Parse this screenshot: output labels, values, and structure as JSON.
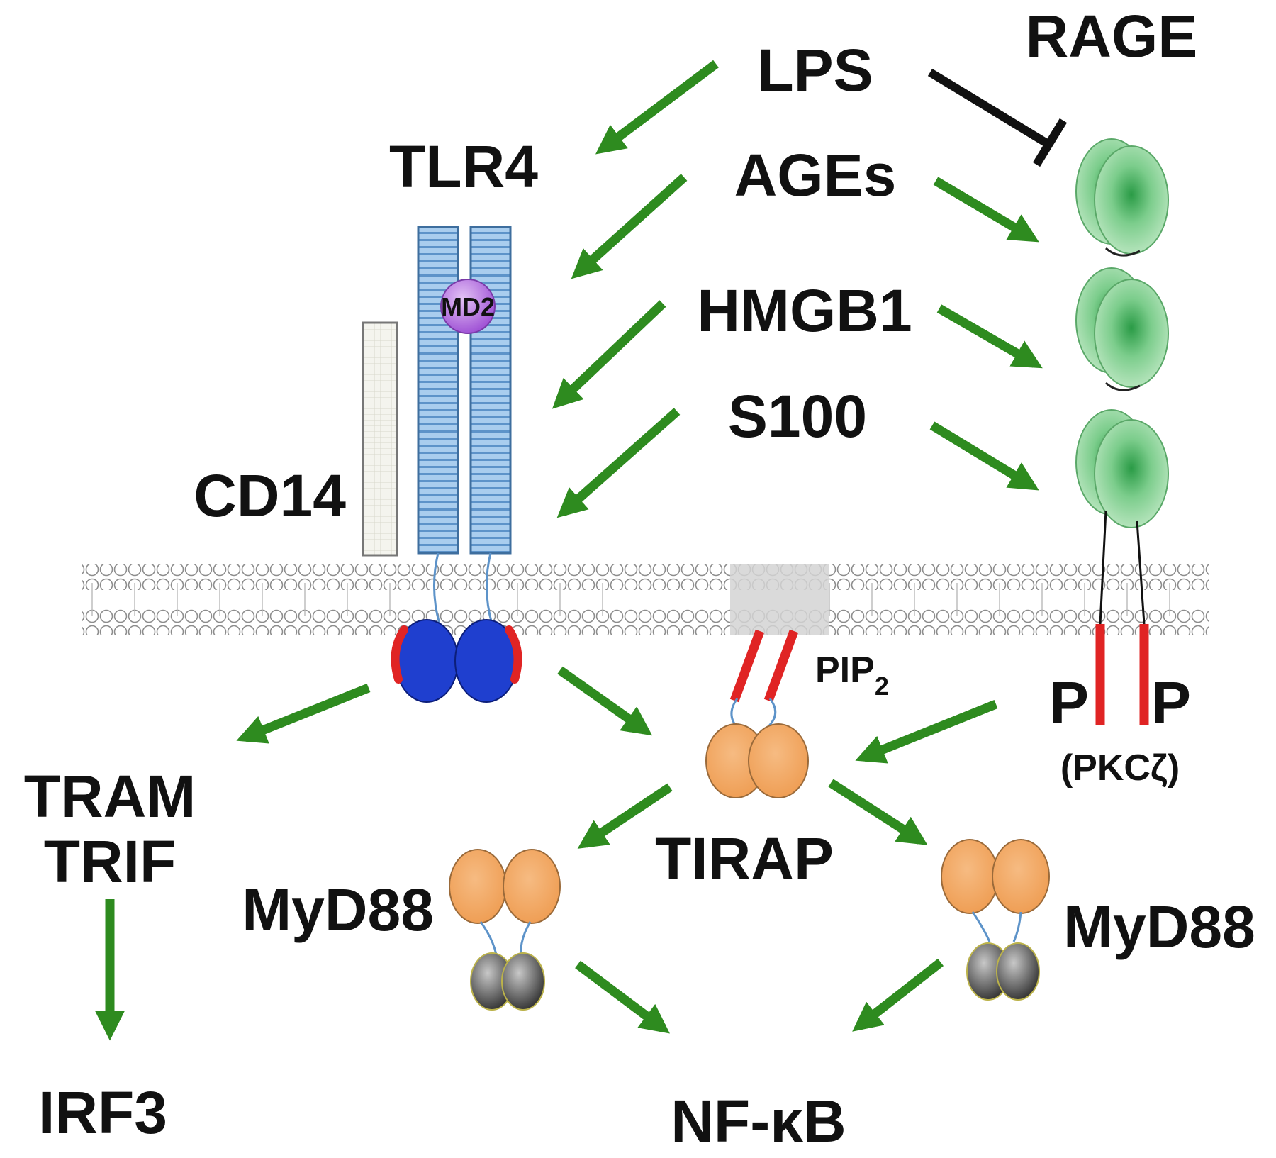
{
  "colors": {
    "activation_arrow": "#2e8b1f",
    "inhibition_bar": "#111111",
    "tlr4_body": "#9cc3e6",
    "md2": "#b46ee0",
    "cd14": "#efefe8",
    "tir_domain": "#1f3fcf",
    "tir_cap": "#e02424",
    "adapter": "#f0a35a",
    "kinase": "#5a5a5a",
    "rage": "#66c47a",
    "pip2": "#e02424",
    "phospho_stalk": "#e02424"
  },
  "labels": {
    "lps": "LPS",
    "rage": "RAGE",
    "tlr4": "TLR4",
    "ages": "AGEs",
    "hmgb1": "HMGB1",
    "s100": "S100",
    "md2": "MD2",
    "cd14": "CD14",
    "pip2_base": "PIP",
    "pip2_sub": "2",
    "p_left": "P",
    "p_right": "P",
    "pkc": "(PKCζ)",
    "tram": "TRAM",
    "trif": "TRIF",
    "irf3": "IRF3",
    "tirap": "TIRAP",
    "myd88_left": "MyD88",
    "myd88_right": "MyD88",
    "nfkb": "NF-κB"
  }
}
